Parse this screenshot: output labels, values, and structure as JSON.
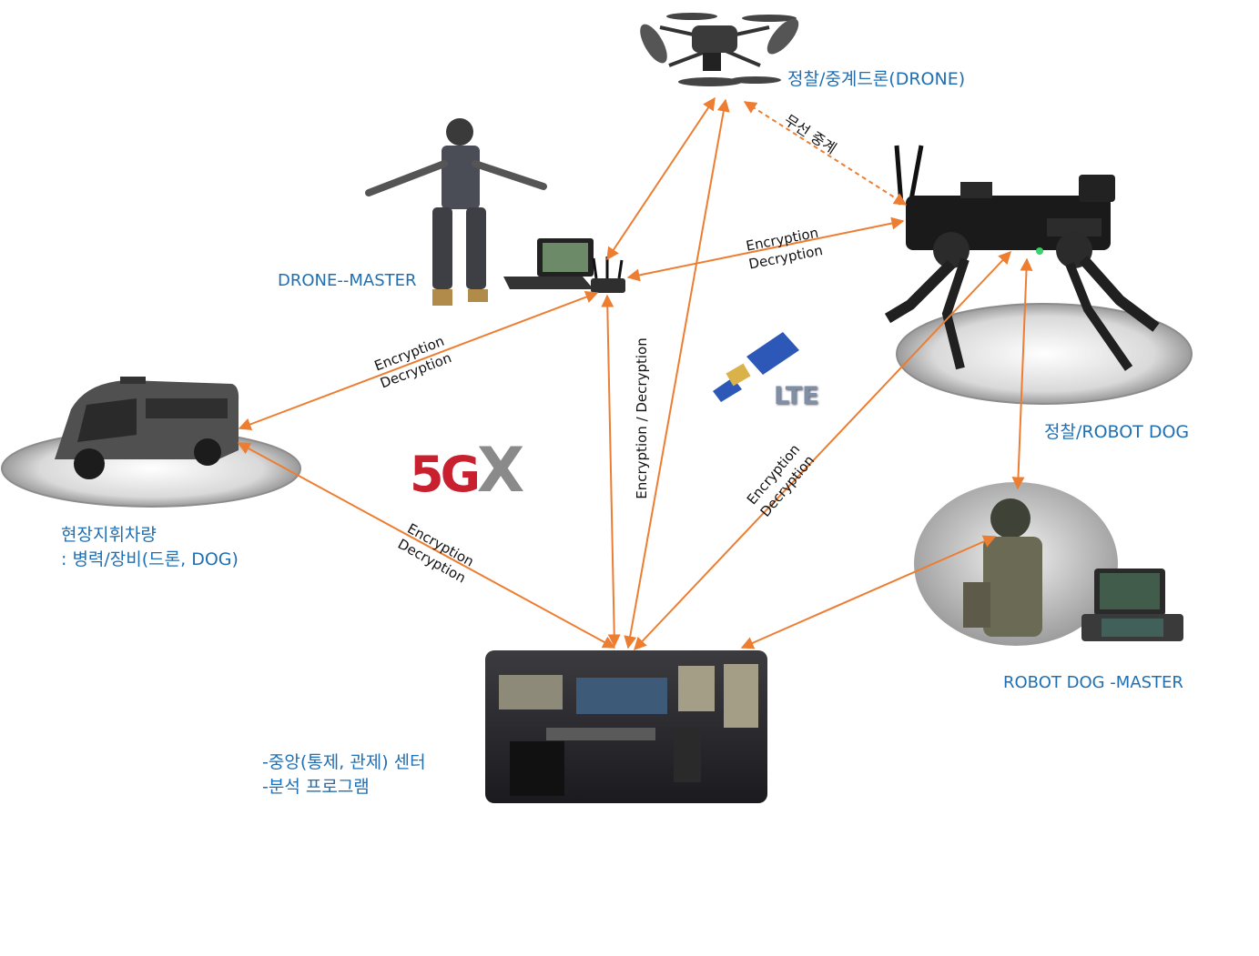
{
  "nodes": {
    "drone": {
      "label": "정찰/중계드론(DRONE)"
    },
    "robot_dog": {
      "label": "정찰/ROBOT DOG"
    },
    "drone_master": {
      "label": "DRONE--MASTER"
    },
    "vehicle": {
      "line1": "현장지휘차량",
      "line2": ": 병력/장비(드론, DOG)"
    },
    "robot_dog_master": {
      "label": "ROBOT DOG -MASTER"
    },
    "center": {
      "line1": "-중앙(통제, 관제) 센터",
      "line2": "-분석 프로그램"
    }
  },
  "edges": {
    "relay": "무선 중계",
    "enc": "Encryption",
    "dec": "Decryption",
    "enc_dec_vertical": "Encryption  /  Decryption"
  },
  "logos": {
    "g5_main": "5G",
    "g5_x": "X",
    "lte": "LTE"
  },
  "colors": {
    "arrow": "#ed7d31",
    "label_blue": "#1f6fb4"
  }
}
